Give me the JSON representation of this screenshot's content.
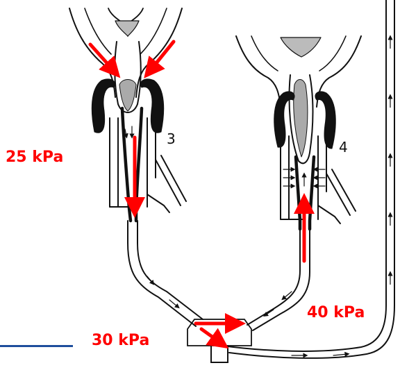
{
  "colors": {
    "arrow": "#ff0000",
    "ink": "#111111",
    "accent_line": "#1f4e9c"
  },
  "labels": {
    "pressure_left": "25 kPa",
    "pressure_bottom": "30 kPa",
    "pressure_right": "40 kPa",
    "panel_left_number": "3",
    "panel_right_number": "4"
  }
}
